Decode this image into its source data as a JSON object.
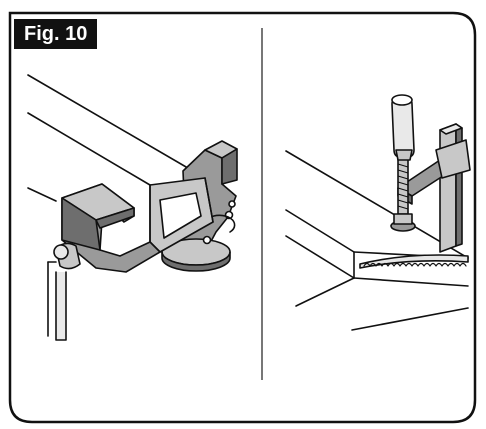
{
  "figure": {
    "label": "Fig. 10"
  },
  "panels": [
    {
      "name": "square-tube-in-bench-vise"
    },
    {
      "name": "bar-clamp-on-welded-corner-joint"
    }
  ],
  "colors": {
    "outline": "#111111",
    "metal_light": "#c8c8c8",
    "metal_mid": "#9a9a9a",
    "metal_dark": "#6e6e6e",
    "weld_bead": "#e6e6e6",
    "handle": "#e9e9e9"
  }
}
